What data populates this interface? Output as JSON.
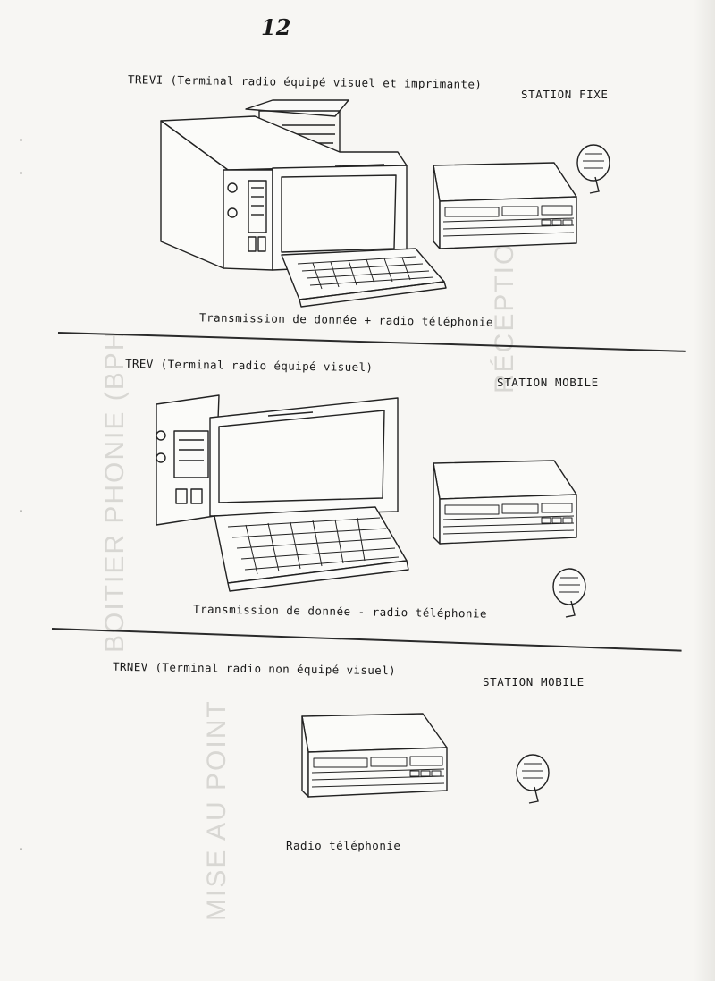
{
  "page": {
    "number": "12"
  },
  "sections": [
    {
      "title": "TREVI (Terminal radio équipé visuel et imprimante)",
      "station": "STATION FIXE",
      "caption": "Transmission de donnée  +  radio téléphonie"
    },
    {
      "title": "TREV (Terminal radio équipé visuel)",
      "station": "STATION MOBILE",
      "caption": "Transmission de donnée  -  radio téléphonie"
    },
    {
      "title": "TRNEV (Terminal radio non équipé visuel)",
      "station": "STATION MOBILE",
      "caption": "Radio téléphonie"
    }
  ],
  "bleed_through": {
    "reception": "RÉCEPTION",
    "boitier": "BOITIER PHONIE (BPH",
    "mise_au_point": "MISE AU POINT"
  },
  "icons": {
    "terminal": "printer-terminal-icon",
    "radio": "radio-set-icon",
    "handset": "handset-microphone-icon"
  }
}
